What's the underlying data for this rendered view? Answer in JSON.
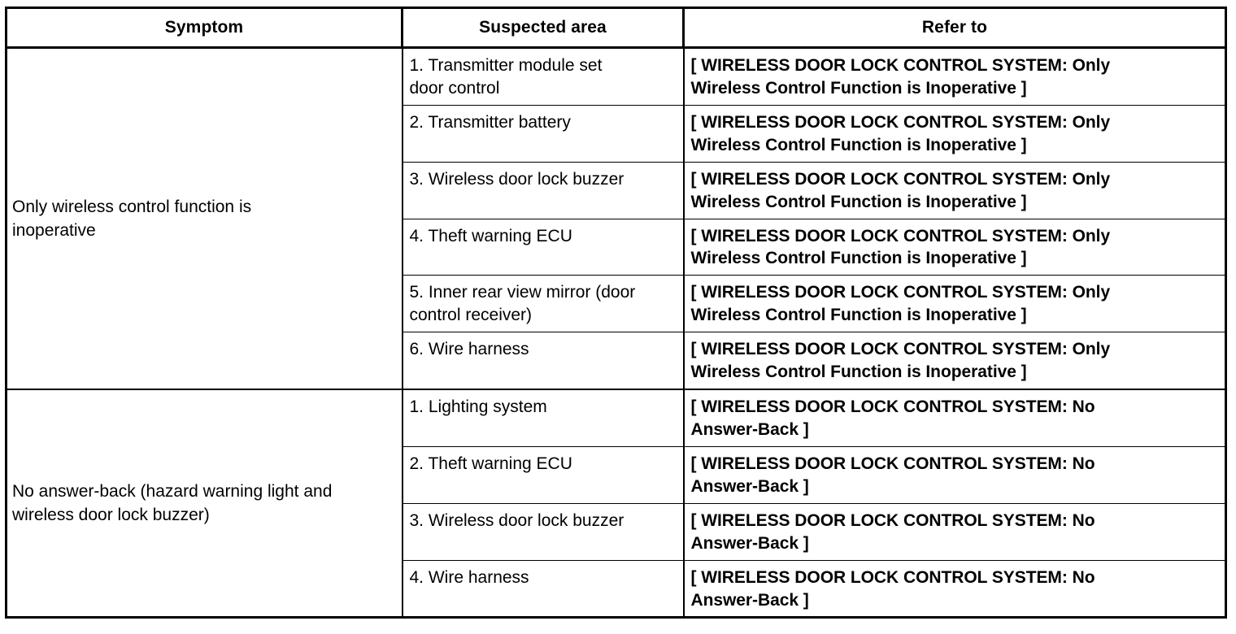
{
  "table": {
    "headers": [
      {
        "key": "symptom",
        "label": "Symptom"
      },
      {
        "key": "suspected_area",
        "label": "Suspected area"
      },
      {
        "key": "refer_to",
        "label": "Refer to"
      }
    ],
    "groups": [
      {
        "symptom": "Only wireless control function is\ninoperative",
        "rows": [
          {
            "suspected_area": "1. Transmitter module set\ndoor control",
            "refer_to": "[ WIRELESS DOOR LOCK CONTROL SYSTEM: Only\nWireless Control Function is Inoperative ]"
          },
          {
            "suspected_area": "2. Transmitter battery",
            "refer_to": "[ WIRELESS DOOR LOCK CONTROL SYSTEM: Only\nWireless Control Function is Inoperative ]"
          },
          {
            "suspected_area": "3. Wireless door lock buzzer",
            "refer_to": "[ WIRELESS DOOR LOCK CONTROL SYSTEM: Only\nWireless Control Function is Inoperative ]"
          },
          {
            "suspected_area": "4. Theft warning ECU",
            "refer_to": "[ WIRELESS DOOR LOCK CONTROL SYSTEM: Only\nWireless Control Function is Inoperative ]"
          },
          {
            "suspected_area": "5. Inner rear view mirror (door\ncontrol receiver)",
            "refer_to": "[ WIRELESS DOOR LOCK CONTROL SYSTEM: Only\nWireless Control Function is Inoperative ]"
          },
          {
            "suspected_area": "6. Wire harness",
            "refer_to": "[ WIRELESS DOOR LOCK CONTROL SYSTEM: Only\nWireless Control Function is Inoperative ]"
          }
        ]
      },
      {
        "symptom": "No answer-back (hazard warning light and\nwireless door lock buzzer)",
        "rows": [
          {
            "suspected_area": "1. Lighting system",
            "refer_to": "[ WIRELESS DOOR LOCK CONTROL SYSTEM: No\nAnswer-Back ]"
          },
          {
            "suspected_area": "2. Theft warning ECU",
            "refer_to": "[ WIRELESS DOOR LOCK CONTROL SYSTEM: No\nAnswer-Back ]"
          },
          {
            "suspected_area": "3. Wireless door lock buzzer",
            "refer_to": "[ WIRELESS DOOR LOCK CONTROL SYSTEM: No\nAnswer-Back ]"
          },
          {
            "suspected_area": "4. Wire harness",
            "refer_to": "[ WIRELESS DOOR LOCK CONTROL SYSTEM: No\nAnswer-Back ]"
          }
        ]
      }
    ]
  },
  "colors": {
    "border": "#000000",
    "text": "#000000",
    "background": "#ffffff"
  }
}
